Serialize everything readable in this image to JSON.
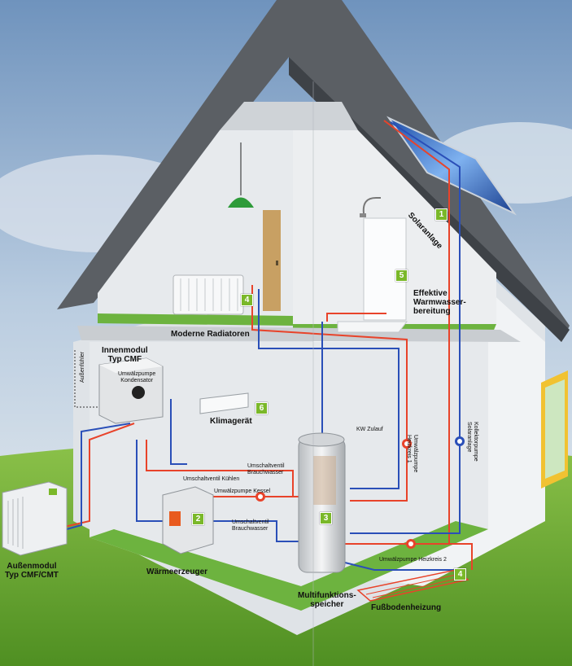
{
  "labels": {
    "solaranlage": "Solaranlage",
    "effektive_warmwasser": "Effektive\nWarmwasser-\nbereitung",
    "moderne_radiatoren": "Moderne Radiatoren",
    "innenmodul": "Innenmodul\nTyp CMF",
    "aussenfuehler": "Außenfühler",
    "umwaelzpumpe_kondensator": "Umwälzpumpe\nKondensator",
    "klimageraet": "Klimagerät",
    "kw_zulauf": "KW Zulauf",
    "umwaelzpumpe_heizkreis1": "Umwälzpumpe\nHeizkreis 1",
    "kollektorpumpe": "Kollektorpumpe\nSolaranlage",
    "umschaltventil_brauchwasser_1": "Umschaltventil\nBrauchwasser",
    "umschaltventil_kuehlen": "Umschaltventil Kühlen",
    "umwaelzpumpe_kessel": "Umwälzpumpe Kessel",
    "umschaltventil_brauchwasser_2": "Umschaltventil\nBrauchwasser",
    "umwaelzpumpe_heizkreis2": "Umwälzpumpe Heizkreis 2",
    "waermeerzeuger": "Wärmeerzeuger",
    "aussenmodul": "Außenmodul\nTyp CMF/CMT",
    "multifunktionsspeicher": "Multifunktions-\nspeicher",
    "fussbodenheizung": "Fußbodenheizung"
  },
  "badges": [
    "1",
    "2",
    "3",
    "4",
    "4",
    "5",
    "6"
  ],
  "colors": {
    "supply_pipe": "#e8432a",
    "return_pipe": "#2a4fb8",
    "badge": "#7ab829",
    "floor": "#6db33f",
    "wall": "#e9ecef",
    "roof": "#5d6166"
  }
}
